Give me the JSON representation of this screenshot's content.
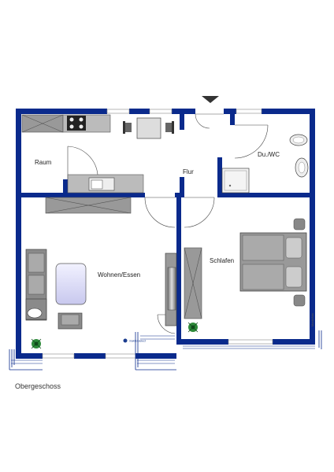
{
  "rooms": {
    "raum": "Raum",
    "flur": "Flur",
    "du_wc": "Du./WC",
    "wohnen": "Wohnen/Essen",
    "schlafen": "Schlafen"
  },
  "floor_caption": "Obergeschoss",
  "logo_text": "makler.select",
  "side_text": "Musterfoto",
  "colors": {
    "wall": "#0a2a8c",
    "furniture": "#9a9a9a",
    "background": "#ffffff"
  }
}
